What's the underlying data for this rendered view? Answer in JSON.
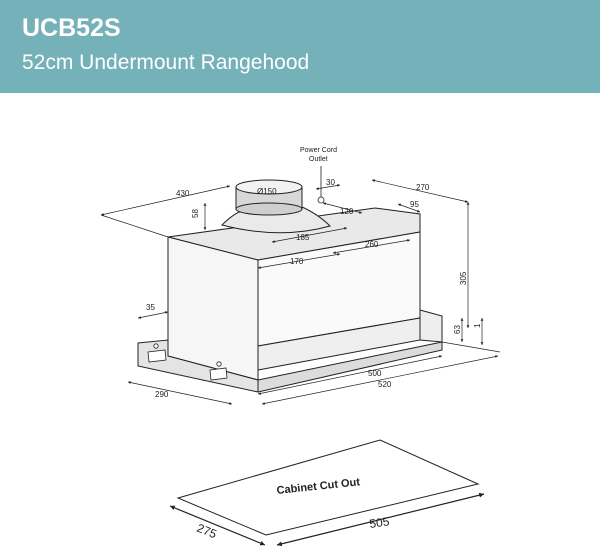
{
  "header": {
    "model": "UCB52S",
    "subtitle": "52cm Undermount Rangehood"
  },
  "labels": {
    "power_cord_line1": "Power Cord",
    "power_cord_line2": "Outlet",
    "cabinet_cut_out": "Cabinet Cut Out"
  },
  "dimensions": {
    "depth_top": "430",
    "duct_diameter": "Ø150",
    "outlet_offset": "30",
    "width_top": "270",
    "duct_height": "58",
    "outlet_depth": "120",
    "side_95": "95",
    "duct_185": "185",
    "span_260": "260",
    "span_170": "170",
    "height_305": "305",
    "edge_35": "35",
    "edge_63": "63",
    "edge_1": "1",
    "width_500": "500",
    "width_520": "520",
    "depth_290": "290",
    "cutout_width": "505",
    "cutout_depth": "275"
  },
  "colors": {
    "header_bg": "#74b1b8",
    "line": "#222222",
    "fill_body": "#f3f3f3"
  }
}
